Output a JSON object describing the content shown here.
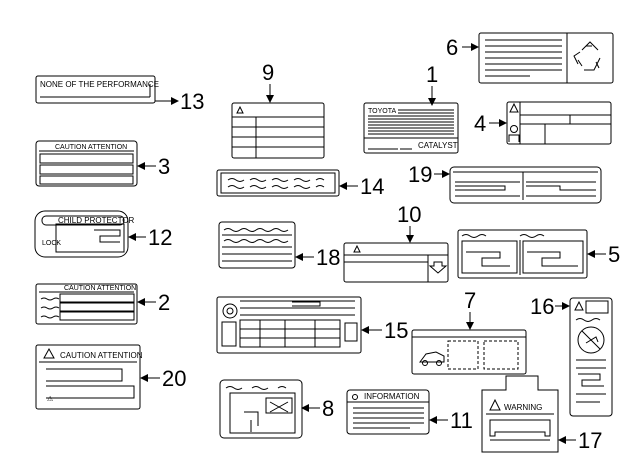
{
  "callouts": {
    "n1": "1",
    "n2": "2",
    "n3": "3",
    "n4": "4",
    "n5": "5",
    "n6": "6",
    "n7": "7",
    "n8": "8",
    "n9": "9",
    "n10": "10",
    "n11": "11",
    "n12": "12",
    "n13": "13",
    "n14": "14",
    "n15": "15",
    "n16": "16",
    "n17": "17",
    "n18": "18",
    "n19": "19",
    "n20": "20"
  },
  "labels": {
    "l13_text": "NONE OF THE PERFORMANCE",
    "l3_text": "CAUTION  ATTENTION",
    "l12_text": "CHILD PROTECTOR",
    "l12_lock": "LOCK",
    "l2_text": "CAUTION ATTENTION",
    "l20_text": "CAUTION ATTENTION",
    "l1_brand": "TOYOTA",
    "l1_catalyst": "CATALYST",
    "l11_text": "INFORMATION",
    "l17_text": "WARNING"
  },
  "colors": {
    "line": "#000000",
    "background": "#ffffff"
  }
}
